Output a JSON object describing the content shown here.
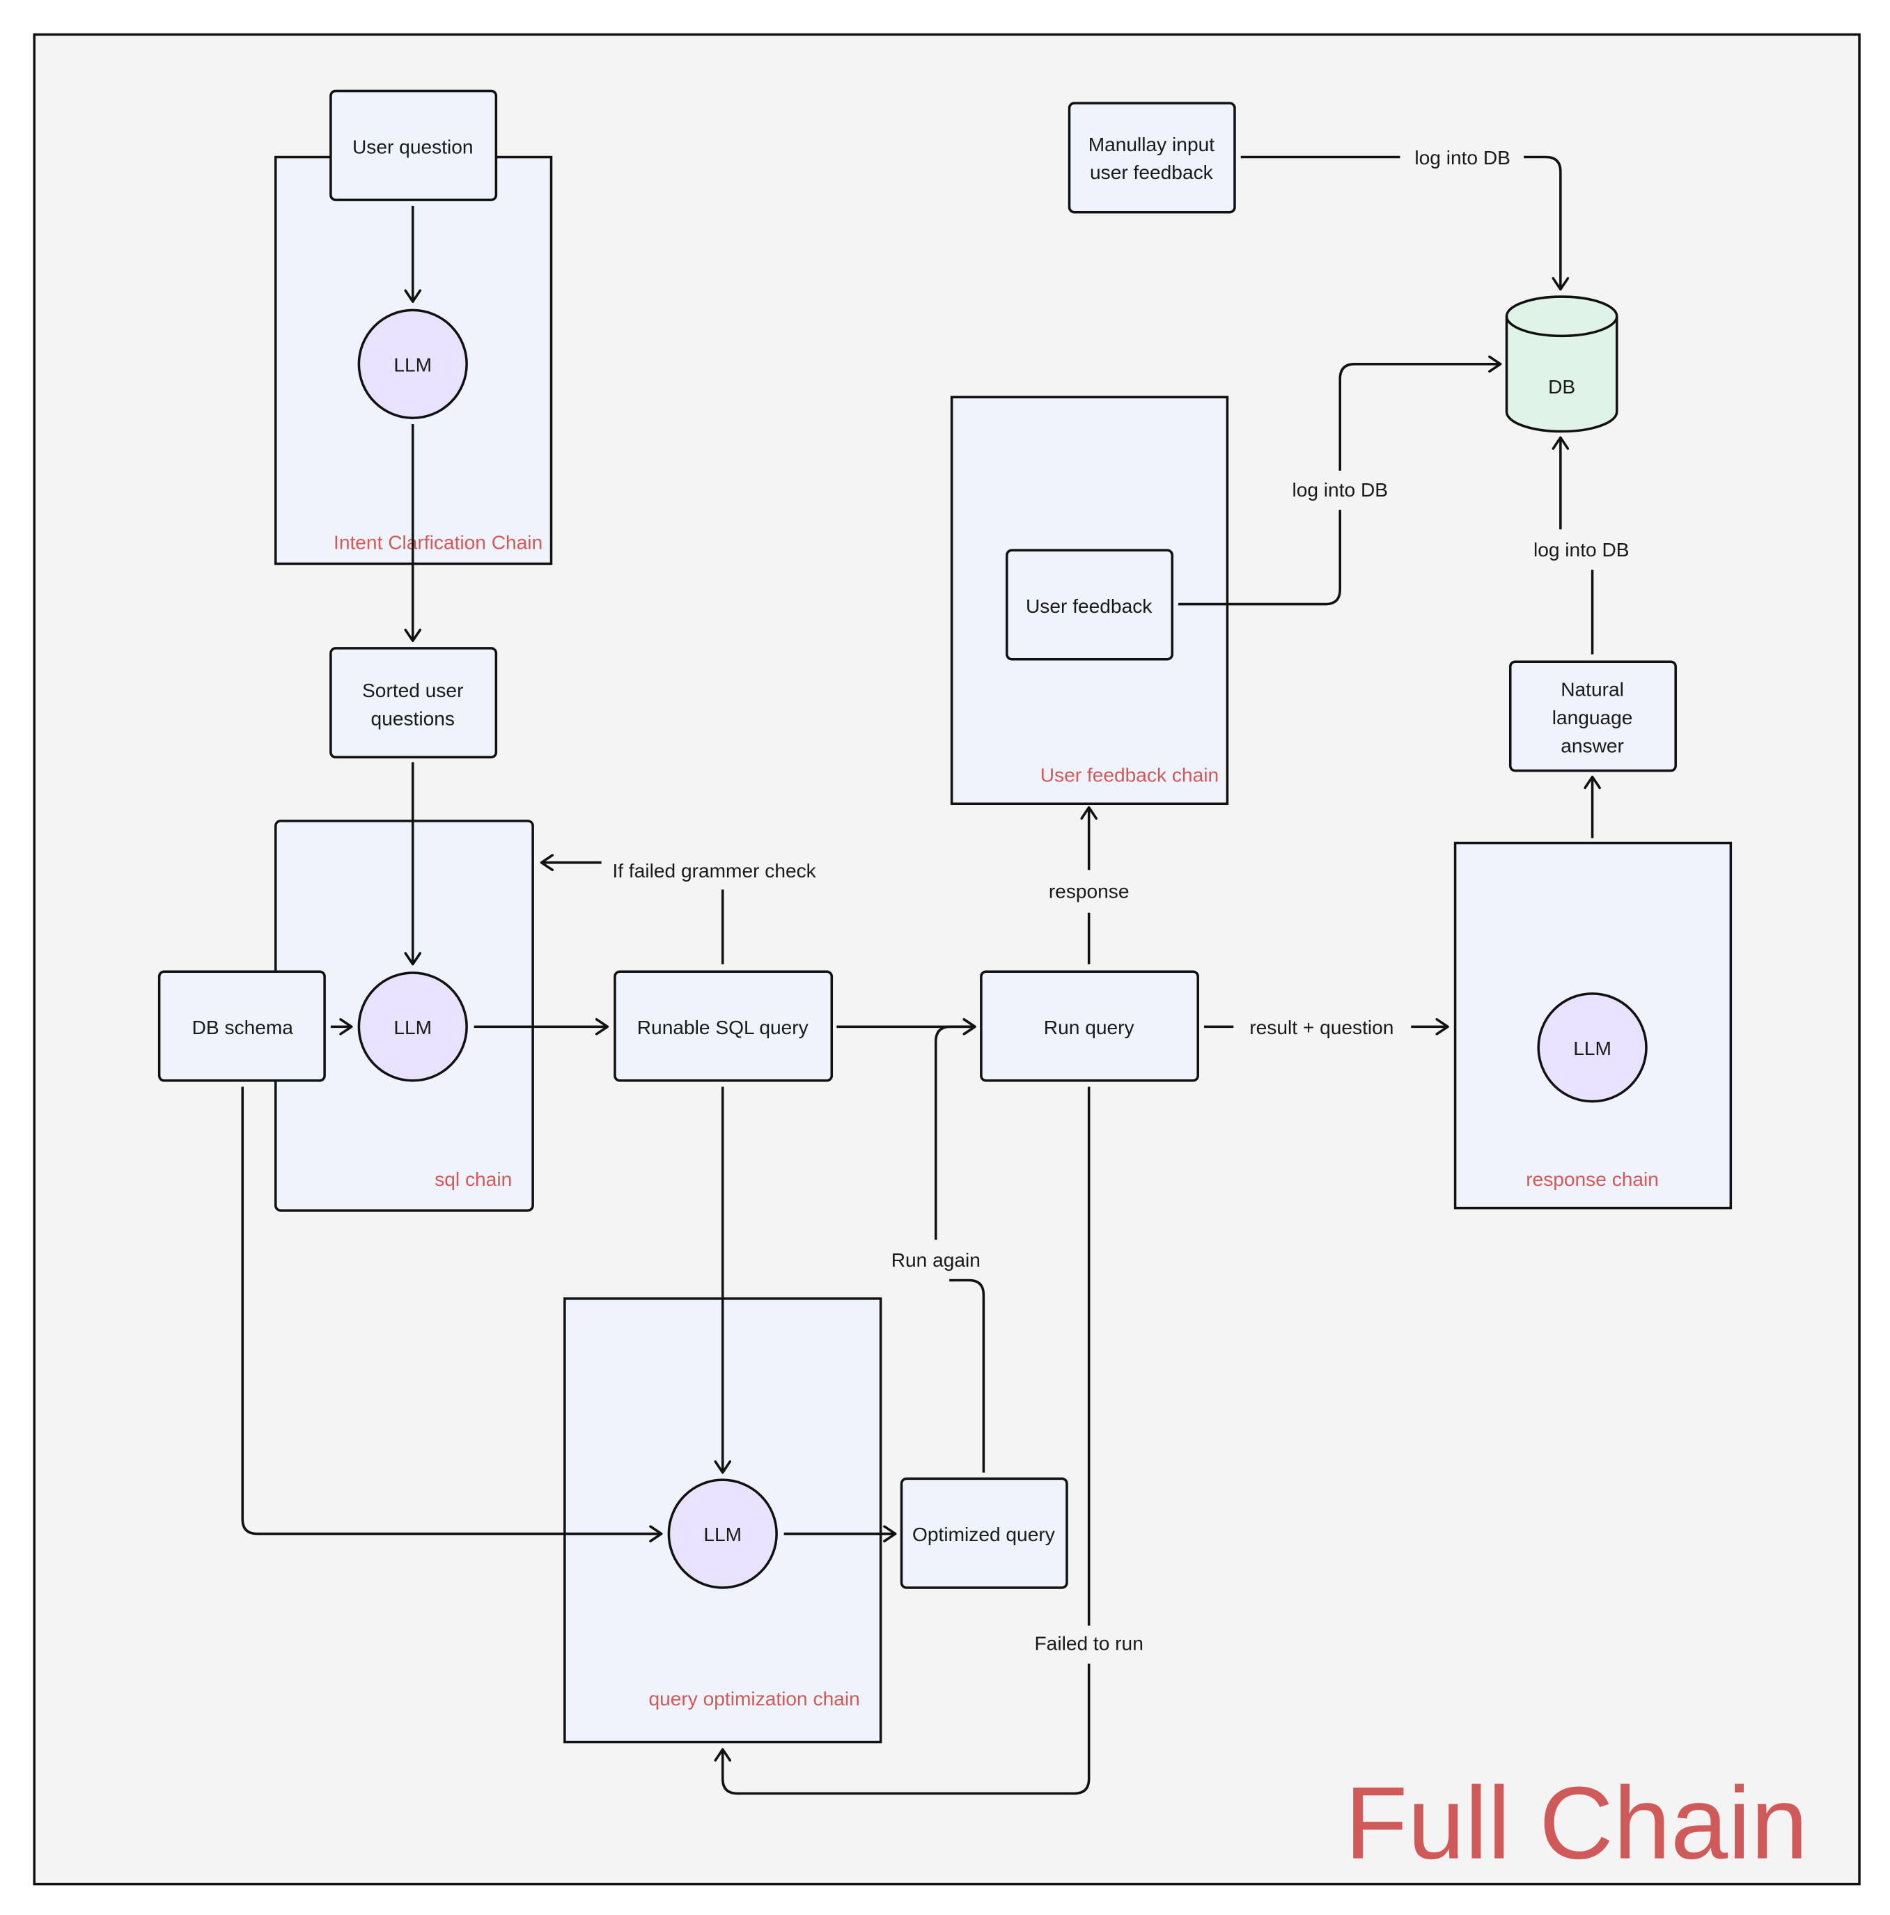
{
  "title": "Full Chain",
  "colors": {
    "canvas": "#f4f4f4",
    "container_fill": "#eff3fc",
    "node_fill": "#eff3fc",
    "llm_fill": "#e9e2fc",
    "db_fill": "#dff4e6",
    "stroke": "#111111",
    "accent": "#d05a5a"
  },
  "containers": {
    "intent": "Intent Clarfication Chain",
    "sql": "sql chain",
    "optimization": "query optimization chain",
    "feedback": "User feedback chain",
    "response": "response chain"
  },
  "nodes": {
    "user_question": "User question",
    "sorted_questions": [
      "Sorted user",
      "questions"
    ],
    "db_schema": "DB schema",
    "runnable_sql": "Runable SQL query",
    "run_query": "Run query",
    "optimized_query": "Optimized query",
    "user_feedback": "User feedback",
    "manual_feedback": [
      "Manullay input",
      "user feedback"
    ],
    "natural_answer": [
      "Natural",
      "language",
      "answer"
    ],
    "db": "DB",
    "llm": "LLM"
  },
  "edge_labels": {
    "grammar_check": "If failed grammer check",
    "response": "response",
    "result_question": "result + question",
    "run_again": "Run again",
    "failed_to_run": "Failed to run",
    "log_manual": "log into DB",
    "log_feedback": "log into DB",
    "log_answer": "log into DB"
  }
}
